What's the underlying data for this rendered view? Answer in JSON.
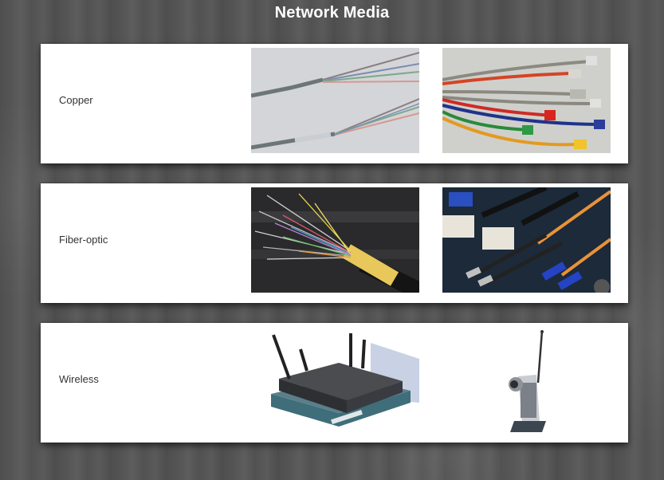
{
  "title": "Network Media",
  "rows": [
    {
      "label": "Copper",
      "images": [
        {
          "depicts": "twisted-pair-cable-strands"
        },
        {
          "depicts": "colored-ethernet-patch-cables"
        }
      ]
    },
    {
      "label": "Fiber-optic",
      "images": [
        {
          "depicts": "fiber-optic-cable-strands"
        },
        {
          "depicts": "fiber-optic-connectors"
        }
      ]
    },
    {
      "label": "Wireless",
      "images": [
        {
          "depicts": "wireless-router-with-antennas"
        },
        {
          "depicts": "wireless-webcam-with-antenna"
        }
      ]
    }
  ],
  "colors": {
    "panel_bg": "#ffffff",
    "title_text": "#ffffff",
    "label_text": "#333333",
    "background": "#555555"
  }
}
